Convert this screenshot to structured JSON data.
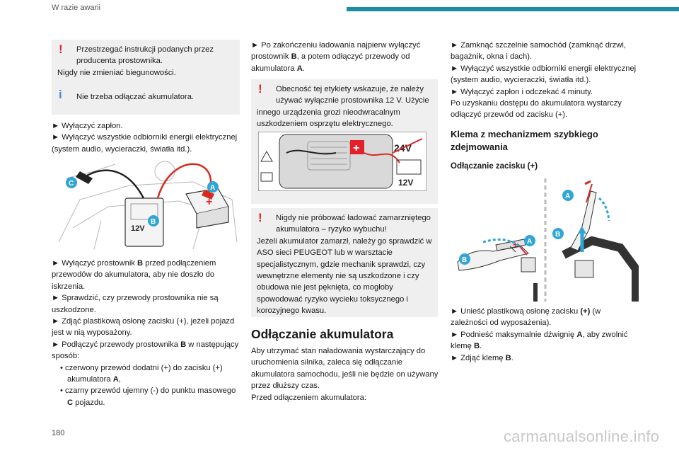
{
  "header": {
    "section": "W razie awarii"
  },
  "page_number": "180",
  "watermark": "carmanualsonline.info",
  "colors": {
    "accent": "#1a8fa0",
    "warning": "#e4212b",
    "info": "#3f8bd6",
    "callout": "#30a6d6"
  },
  "col1": {
    "warn_line1": "Przestrzegać instrukcji podanych przez",
    "warn_line2": "producenta prostownika.",
    "warn_line3": "Nigdy nie zmieniać biegunowości.",
    "info_text": "Nie trzeba odłączać akumulatora.",
    "b1": "► Wyłączyć zapłon.",
    "b2": "► Wyłączyć wszystkie odbiorniki energii elektrycznej (system audio, wycieraczki, światła itd.).",
    "fig": {
      "voltage": "12V",
      "callout_a": "A",
      "callout_b": "B",
      "callout_c": "C"
    },
    "b3_pre": "► Wyłączyć prostownik ",
    "b3_bold": "B",
    "b3_post": " przed podłączeniem przewodów do akumulatora, aby nie doszło do iskrzenia.",
    "b4": "► Sprawdzić, czy przewody prostownika nie są uszkodzone.",
    "b5": "► Zdjąć plastikową osłonę zacisku (+), jeżeli pojazd jest w nią wyposażony.",
    "b6_pre": "► Podłączyć przewody prostownika ",
    "b6_bold": "B",
    "b6_post": " w następujący sposób:",
    "s1_line1": "• czerwony przewód dodatni (+) do zacisku (+)",
    "s1_line2_pre": "akumulatora ",
    "s1_line2_bold": "A",
    "s1_line2_post": ",",
    "s2_line1": "• czarny przewód ujemny (-) do punktu masowego",
    "s2_line2_bold": "C",
    "s2_line2_post": " pojazdu."
  },
  "col2": {
    "b1_pre": "► Po zakończeniu ładowania najpierw wyłączyć prostownik ",
    "b1_bold1": "B",
    "b1_mid": ", a potem odłączyć przewody od akumulatora ",
    "b1_bold2": "A",
    "b1_post": ".",
    "warn1_line1": "Obecność tej etykiety wskazuje, że należy",
    "warn1_line2": "używać wyłącznie prostownika 12 V. Użycie",
    "warn1_rest": "innego urządzenia grozi nieodwracalnym uszkodzeniem osprzętu elektrycznego.",
    "label": {
      "voltage_big": "24V",
      "voltage_small": "12V"
    },
    "warn2_line1": "Nigdy nie próbować ładować zamarzniętego",
    "warn2_line2": "akumulatora – ryzyko wybuchu!",
    "warn2_rest": "Jeżeli akumulator zamarzł, należy go sprawdzić w ASO sieci PEUGEOT lub w warsztacie specjalistycznym, gdzie mechanik sprawdzi, czy wewnętrzne elementy nie są uszkodzone i czy obudowa nie jest pęknięta, co mogłoby spowodować ryzyko wycieku toksycznego i korozyjnego kwasu.",
    "heading": "Odłączanie akumulatora",
    "para": "Aby utrzymać stan naładowania wystarczający do uruchomienia silnika, zaleca się odłączanie akumulatora samochodu, jeśli nie będzie on używany przez dłuższy czas.",
    "para2": "Przed odłączeniem akumulatora:"
  },
  "col3": {
    "b1": "► Zamknąć szczelnie samochód (zamknąć drzwi, bagażnik, okna i dach).",
    "b2": "► Wyłączyć wszystkie odbiorniki energii elektrycznej (system audio, wycieraczki, światła itd.).",
    "b3": "► Wyłączyć zapłon i odczekać 4 minuty.",
    "p1": "Po uzyskaniu dostępu do akumulatora wystarczy odłączyć przewód od zacisku (+).",
    "heading": "Klema z mechanizmem szybkiego zdejmowania",
    "subheading": "Odłączanie zacisku (+)",
    "fig": {
      "callout_a": "A",
      "callout_b": "B"
    },
    "b4_pre": "► Unieść plastikową osłonę zacisku ",
    "b4_bold": "(+)",
    "b4_post": " (w zależności od wyposażenia).",
    "b5_pre": "► Podnieść maksymalnie dźwignię ",
    "b5_bold": "A",
    "b5_post": ", aby zwolnić klemę ",
    "b5_bold2": "B",
    "b5_post2": ".",
    "b6_pre": "► Zdjąć klemę ",
    "b6_bold": "B",
    "b6_post": "."
  }
}
